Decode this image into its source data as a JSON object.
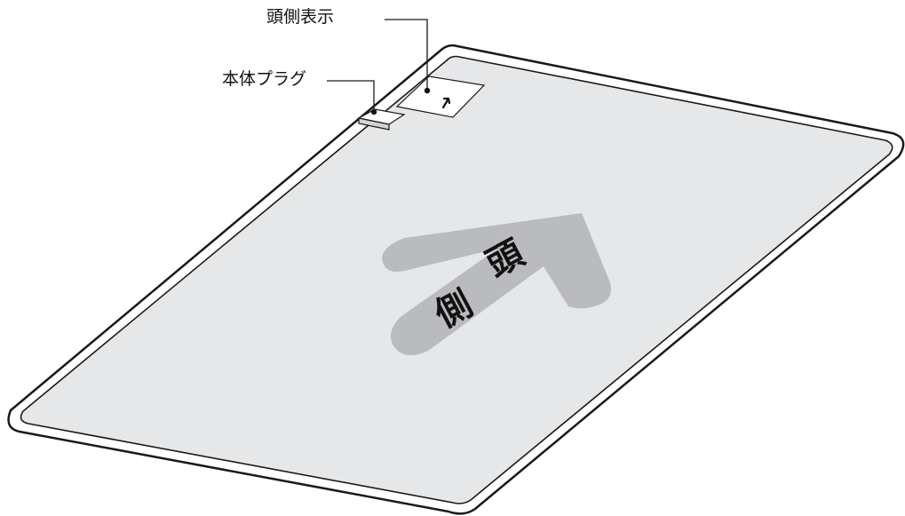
{
  "callouts": {
    "head_side_indicator": "頭側表示",
    "body_plug": "本体プラグ"
  },
  "mat": {
    "arrow_text_top": "頭",
    "arrow_text_bottom": "側"
  },
  "colors": {
    "outline": "#1a1a1a",
    "mat_fill": "#e6e7e8",
    "edge_fill": "#ffffff",
    "arrow_fill": "#b9bbbe",
    "label_text": "#111111"
  },
  "icons": {
    "indicator_arrow": "up-arrow-icon"
  }
}
